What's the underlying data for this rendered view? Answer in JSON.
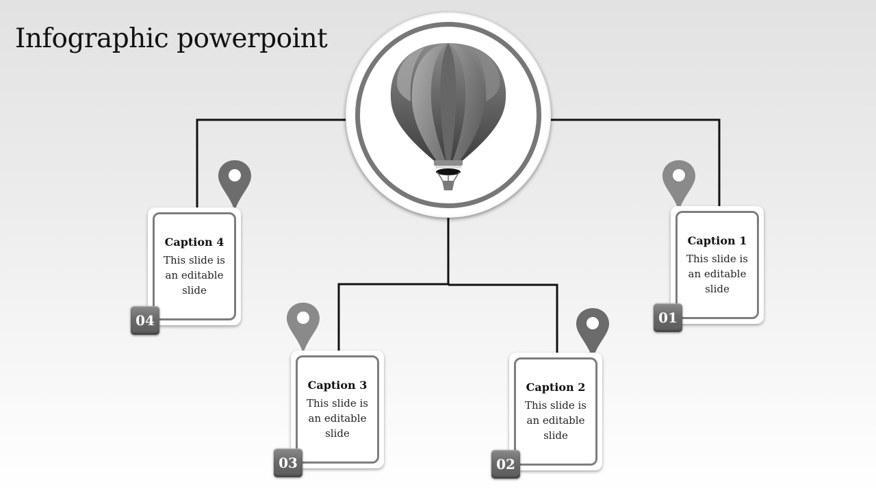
{
  "slide": {
    "title": "Infographic powerpoint"
  },
  "hub": {
    "icon": "hot-air-balloon-icon"
  },
  "colors": {
    "accent_gray": "#777777",
    "pin_gray_dark": "#6b6b6b",
    "pin_gray_light": "#8a8a8a",
    "connector": "#111111",
    "badge": "#6a6a6a"
  },
  "captions": [
    {
      "number": "01",
      "title": "Caption 1",
      "text": "This slide is an editable slide",
      "pin_icon": "map-pin-icon"
    },
    {
      "number": "02",
      "title": "Caption 2",
      "text": "This slide is an editable slide",
      "pin_icon": "map-pin-icon"
    },
    {
      "number": "03",
      "title": "Caption 3",
      "text": "This slide is an editable slide",
      "pin_icon": "map-pin-icon"
    },
    {
      "number": "04",
      "title": "Caption 4",
      "text": "This slide is an editable slide",
      "pin_icon": "map-pin-icon"
    }
  ]
}
